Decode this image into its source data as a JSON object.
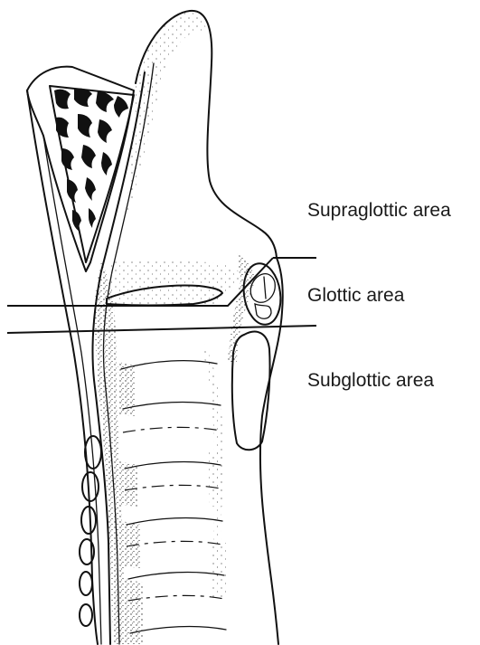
{
  "labels": {
    "supraglottic": "Supraglottic area",
    "glottic": "Glottic area",
    "subglottic": "Subglottic area"
  },
  "colors": {
    "line": "#111111",
    "background": "#ffffff",
    "stipple": "#333333"
  }
}
